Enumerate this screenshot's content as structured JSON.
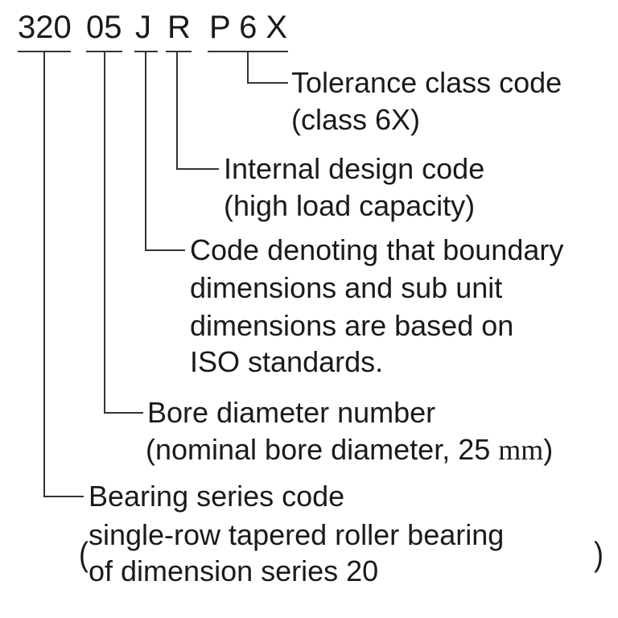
{
  "code": {
    "series": "320",
    "bore": "05",
    "iso": "J",
    "design": "R",
    "tolerance": "P 6 X"
  },
  "descriptions": {
    "tolerance": {
      "line1": "Tolerance class code",
      "line2": "(class 6X)"
    },
    "design": {
      "line1": "Internal design code",
      "line2": "(high load capacity)"
    },
    "iso": {
      "line1": "Code denoting that boundary",
      "line2": "dimensions and sub unit",
      "line3": "dimensions are based on",
      "line4": "ISO standards."
    },
    "bore": {
      "line1": "Bore diameter number",
      "line2_prefix": "(nominal bore diameter, 25 ",
      "line2_unit": "mm",
      "line2_suffix": ")"
    },
    "series": {
      "line1": "Bearing series code",
      "line2": "single-row tapered roller bearing",
      "line3": "of dimension series 20"
    }
  },
  "colors": {
    "text": "#1a1a1a",
    "lines": "#333333"
  }
}
